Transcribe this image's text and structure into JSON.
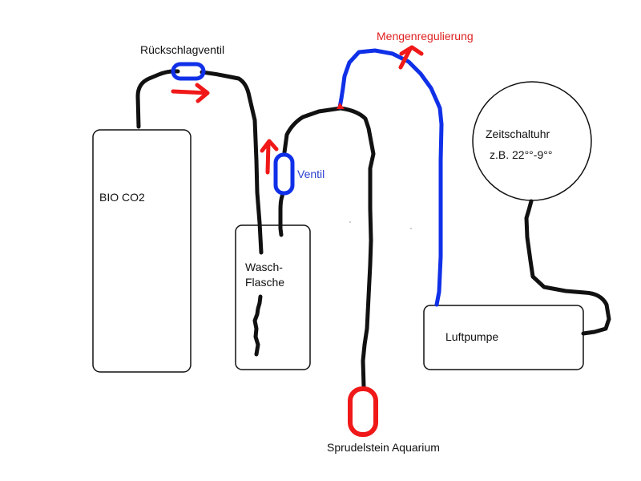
{
  "colors": {
    "hose": "#111111",
    "air_hose": "#1030e8",
    "valve_blue": "#1030e8",
    "arrow_red": "#f01818",
    "stone_red": "#f01818"
  },
  "labels": {
    "bio_co2": "BIO CO2",
    "wasch": "Wasch-",
    "flasche": "Flasche",
    "luftpumpe": "Luftpumpe",
    "zeitschaltuhr": "Zeitschaltuhr",
    "zeit_range": "z.B.  22°°-9°°",
    "rueckschlagventil": "Rückschlagventil",
    "ventil": "Ventil",
    "mengenregulierung": "Mengenregulierung",
    "sprudelstein": "Sprudelstein Aquarium"
  }
}
